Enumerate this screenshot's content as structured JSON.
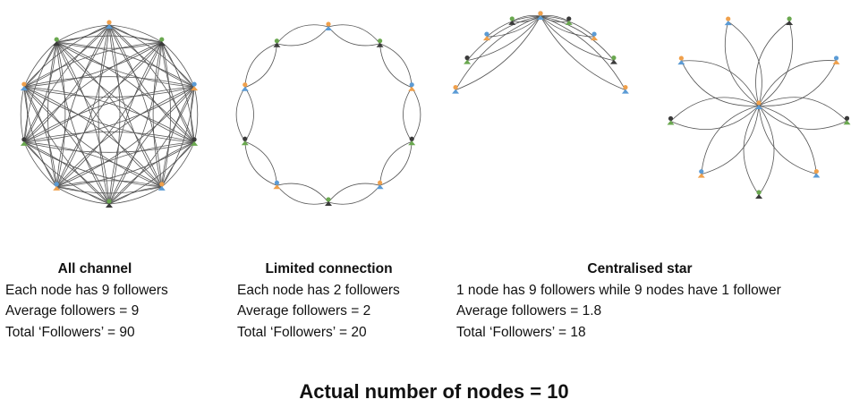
{
  "diagrams": [
    {
      "id": "all-channel",
      "title": "All channel",
      "lines": [
        "Each node has 9 followers",
        "Average followers = 9",
        "Total ‘Followers’ = 90"
      ],
      "nodes": 10,
      "connections": "all-to-all"
    },
    {
      "id": "limited-connection",
      "title": "Limited connection",
      "lines": [
        "Each node has 2 followers",
        "Average followers = 2",
        "Total ‘Followers’ = 20"
      ],
      "nodes": 10,
      "connections": "neighbours"
    },
    {
      "id": "centralised-star",
      "title": "Centralised star",
      "lines": [
        "1 node has 9 followers while 9 nodes have 1 follower",
        "Average followers = 1.8",
        "Total ‘Followers’ = 18"
      ],
      "nodes": 10,
      "connections": "hub"
    }
  ],
  "footer": "Actual number of nodes = 10",
  "colors": {
    "edge": "#555555",
    "node_orange": "#f0a04b",
    "node_green": "#6aa84f",
    "node_blue": "#5b9bd5",
    "node_dark": "#3a3a3a"
  }
}
